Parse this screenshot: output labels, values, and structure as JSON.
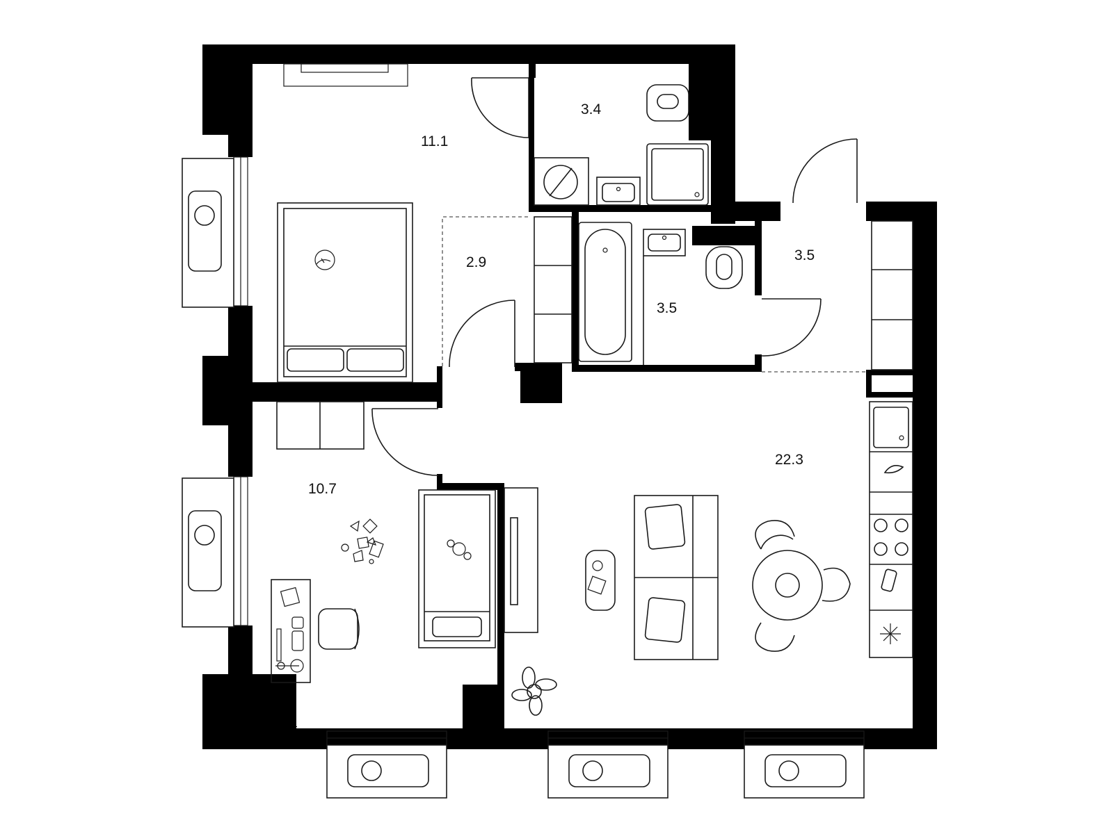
{
  "rooms": [
    {
      "id": "bedroom",
      "area": "11.1"
    },
    {
      "id": "wc",
      "area": "3.4"
    },
    {
      "id": "hall",
      "area": "2.9"
    },
    {
      "id": "bathroom",
      "area": "3.5"
    },
    {
      "id": "entrance",
      "area": "3.5"
    },
    {
      "id": "living-kitchen",
      "area": "22.3"
    },
    {
      "id": "kids-room",
      "area": "10.7"
    }
  ],
  "colors": {
    "wall": "#000000",
    "line": "#1a1a1a",
    "background": "#ffffff"
  }
}
